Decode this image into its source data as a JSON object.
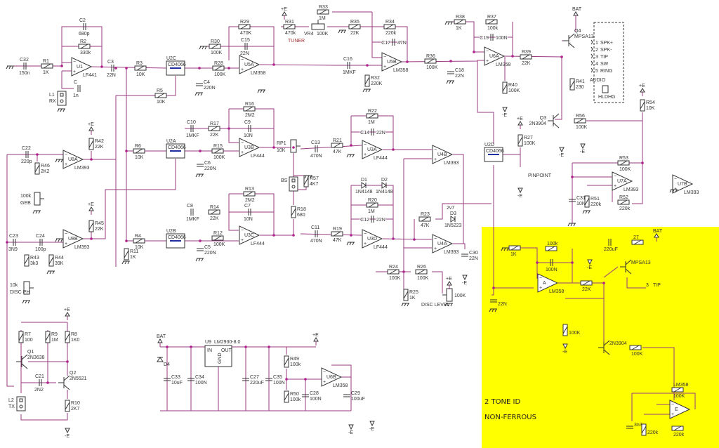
{
  "colors": {
    "wire": "#9a3a82",
    "junction": "#b0208a",
    "highlight": "#ffff00",
    "component": "#333333"
  },
  "parts": [
    {
      "ref": "C32",
      "value": "150n",
      "type": "capacitor"
    },
    {
      "ref": "R1",
      "value": "1K",
      "type": "resistor"
    },
    {
      "ref": "C2",
      "value": "680p",
      "type": "capacitor"
    },
    {
      "ref": "R2",
      "value": "330k",
      "type": "resistor"
    },
    {
      "ref": "U1",
      "value": "LF441",
      "type": "opamp"
    },
    {
      "ref": "C",
      "value": "1n",
      "type": "capacitor"
    },
    {
      "ref": "L1",
      "value": "RX",
      "type": "coil"
    },
    {
      "ref": "C3",
      "value": "22N",
      "type": "capacitor"
    },
    {
      "ref": "R3",
      "value": "10K",
      "type": "resistor"
    },
    {
      "ref": "U2C",
      "value": "CD4066",
      "type": "switch"
    },
    {
      "ref": "R5",
      "value": "10K",
      "type": "resistor"
    },
    {
      "ref": "C4",
      "value": "220N",
      "type": "capacitor"
    },
    {
      "ref": "R28",
      "value": "100K",
      "type": "resistor"
    },
    {
      "ref": "R30",
      "value": "100K",
      "type": "resistor"
    },
    {
      "ref": "R29",
      "value": "470K",
      "type": "resistor"
    },
    {
      "ref": "C15",
      "value": "22N",
      "type": "capacitor"
    },
    {
      "ref": "U5A",
      "value": "LM358",
      "type": "opamp"
    },
    {
      "ref": "R31",
      "value": "470k",
      "type": "resistor"
    },
    {
      "ref": "VR4",
      "value": "100K",
      "type": "potentiometer"
    },
    {
      "ref": "R33",
      "value": "1M",
      "type": "resistor"
    },
    {
      "ref": "R35",
      "value": "22K",
      "type": "resistor"
    },
    {
      "ref": "R34",
      "value": "220k",
      "type": "resistor"
    },
    {
      "ref": "C17",
      "value": "47N",
      "type": "capacitor"
    },
    {
      "ref": "C16",
      "value": "1MKF",
      "type": "capacitor"
    },
    {
      "ref": "R32",
      "value": "220K",
      "type": "resistor"
    },
    {
      "ref": "U5B",
      "value": "LM358",
      "type": "opamp"
    },
    {
      "ref": "R36",
      "value": "100K",
      "type": "resistor"
    },
    {
      "ref": "C18",
      "value": "22N",
      "type": "capacitor"
    },
    {
      "ref": "R38",
      "value": "1K",
      "type": "resistor"
    },
    {
      "ref": "R37",
      "value": "100k",
      "type": "resistor"
    },
    {
      "ref": "C19",
      "value": "100N",
      "type": "capacitor"
    },
    {
      "ref": "U6A",
      "value": "LM358",
      "type": "opamp"
    },
    {
      "ref": "R39",
      "value": "22K",
      "type": "resistor"
    },
    {
      "ref": "R40",
      "value": "100K",
      "type": "resistor"
    },
    {
      "ref": "Q4",
      "value": "MPSA13",
      "type": "transistor"
    },
    {
      "ref": "R41",
      "value": "230",
      "type": "resistor"
    },
    {
      "ref": "Q3",
      "value": "2N3904",
      "type": "transistor"
    },
    {
      "ref": "R56",
      "value": "100K",
      "type": "resistor"
    },
    {
      "ref": "R54",
      "value": "10K",
      "type": "resistor"
    },
    {
      "ref": "R27",
      "value": "100K",
      "type": "resistor"
    },
    {
      "ref": "U2D",
      "value": "CD4066",
      "type": "switch"
    },
    {
      "ref": "R53",
      "value": "100K",
      "type": "resistor"
    },
    {
      "ref": "U7A",
      "value": "LM393",
      "type": "opamp"
    },
    {
      "ref": "R52",
      "value": "220k",
      "type": "resistor"
    },
    {
      "ref": "R51",
      "value": "220k",
      "type": "resistor"
    },
    {
      "ref": "C31",
      "value": "10N",
      "type": "capacitor"
    },
    {
      "ref": "U7B",
      "value": "LM393",
      "type": "opamp"
    },
    {
      "ref": "R16",
      "value": "2M2",
      "type": "resistor"
    },
    {
      "ref": "C9",
      "value": "10N",
      "type": "capacitor"
    },
    {
      "ref": "C10",
      "value": "1MKF",
      "type": "capacitor"
    },
    {
      "ref": "R17",
      "value": "22K",
      "type": "resistor"
    },
    {
      "ref": "U3B",
      "value": "LF444",
      "type": "opamp"
    },
    {
      "ref": "R15",
      "value": "100K",
      "type": "resistor"
    },
    {
      "ref": "C6",
      "value": "220N",
      "type": "capacitor"
    },
    {
      "ref": "U2A",
      "value": "CD4066",
      "type": "switch"
    },
    {
      "ref": "R6",
      "value": "10K",
      "type": "resistor"
    },
    {
      "ref": "U8A",
      "value": "LM393",
      "type": "opamp"
    },
    {
      "ref": "C22",
      "value": "220p",
      "type": "capacitor"
    },
    {
      "ref": "R46",
      "value": "2K2",
      "type": "resistor"
    },
    {
      "ref": "100k",
      "value": "GEB",
      "type": "potentiometer"
    },
    {
      "ref": "R42",
      "value": "22K",
      "type": "resistor"
    },
    {
      "ref": "U8B",
      "value": "LM393",
      "type": "opamp"
    },
    {
      "ref": "C23",
      "value": "3N9",
      "type": "capacitor"
    },
    {
      "ref": "C24",
      "value": "100p",
      "type": "capacitor"
    },
    {
      "ref": "R43",
      "value": "3k3",
      "type": "resistor"
    },
    {
      "ref": "R44",
      "value": "39K",
      "type": "resistor"
    },
    {
      "ref": "10k",
      "value": "DISC PH",
      "type": "potentiometer"
    },
    {
      "ref": "R45",
      "value": "22K",
      "type": "resistor"
    },
    {
      "ref": "R13",
      "value": "2M2",
      "type": "resistor"
    },
    {
      "ref": "C7",
      "value": "10N",
      "type": "capacitor"
    },
    {
      "ref": "C8",
      "value": "1MKF",
      "type": "capacitor"
    },
    {
      "ref": "R14",
      "value": "22K",
      "type": "resistor"
    },
    {
      "ref": "U3C",
      "value": "LF444",
      "type": "opamp"
    },
    {
      "ref": "R12",
      "value": "100K",
      "type": "resistor"
    },
    {
      "ref": "C5",
      "value": "220N",
      "type": "capacitor"
    },
    {
      "ref": "U2B",
      "value": "CD4066",
      "type": "switch"
    },
    {
      "ref": "R4",
      "value": "10K",
      "type": "resistor"
    },
    {
      "ref": "R11",
      "value": "1K",
      "type": "resistor"
    },
    {
      "ref": "RP1",
      "value": "10K",
      "type": "potentiometer"
    },
    {
      "ref": "BS",
      "value": "",
      "type": "coil"
    },
    {
      "ref": "R57",
      "value": "4K7",
      "type": "resistor"
    },
    {
      "ref": "R18",
      "value": "680",
      "type": "resistor"
    },
    {
      "ref": "C13",
      "value": "470N",
      "type": "capacitor"
    },
    {
      "ref": "R21",
      "value": "47K",
      "type": "resistor"
    },
    {
      "ref": "R22",
      "value": "1M",
      "type": "resistor"
    },
    {
      "ref": "C14",
      "value": "22N",
      "type": "capacitor"
    },
    {
      "ref": "U3A",
      "value": "LF444",
      "type": "opamp"
    },
    {
      "ref": "U4B",
      "value": "LM393",
      "type": "opamp"
    },
    {
      "ref": "D1",
      "value": "1N4148",
      "type": "diode"
    },
    {
      "ref": "D2",
      "value": "1N4148",
      "type": "diode"
    },
    {
      "ref": "R20",
      "value": "1M",
      "type": "resistor"
    },
    {
      "ref": "C12",
      "value": "22N",
      "type": "capacitor"
    },
    {
      "ref": "C11",
      "value": "470N",
      "type": "capacitor"
    },
    {
      "ref": "R19",
      "value": "47K",
      "type": "resistor"
    },
    {
      "ref": "U3D",
      "value": "LF444",
      "type": "opamp"
    },
    {
      "ref": "R23",
      "value": "47K",
      "type": "resistor"
    },
    {
      "ref": "D3",
      "value": "1N5223",
      "type": "diode"
    },
    {
      "ref": "U4A",
      "value": "LM393",
      "type": "opamp"
    },
    {
      "ref": "C30",
      "value": "22N",
      "type": "capacitor"
    },
    {
      "ref": "R24",
      "value": "100K",
      "type": "resistor"
    },
    {
      "ref": "R26",
      "value": "100K",
      "type": "resistor"
    },
    {
      "ref": "R25",
      "value": "1K",
      "type": "resistor"
    },
    {
      "ref": "",
      "value": "100K",
      "type": "potentiometer"
    },
    {
      "ref": "R7",
      "value": "100",
      "type": "resistor"
    },
    {
      "ref": "R9",
      "value": "1M",
      "type": "resistor"
    },
    {
      "ref": "R8",
      "value": "1K0",
      "type": "resistor"
    },
    {
      "ref": "Q1",
      "value": "2N3638",
      "type": "transistor"
    },
    {
      "ref": "C21",
      "value": "2N2",
      "type": "capacitor"
    },
    {
      "ref": "Q2",
      "value": "2N5521",
      "type": "transistor"
    },
    {
      "ref": "L2",
      "value": "TX",
      "type": "coil"
    },
    {
      "ref": "R10",
      "value": "2K7",
      "type": "resistor"
    },
    {
      "ref": "U9",
      "value": "LM2930-8.0",
      "type": "regulator"
    },
    {
      "ref": "D4",
      "value": "",
      "type": "diode"
    },
    {
      "ref": "C33",
      "value": "10uF",
      "type": "capacitor"
    },
    {
      "ref": "C34",
      "value": "100N",
      "type": "capacitor"
    },
    {
      "ref": "C27",
      "value": "220uF",
      "type": "capacitor"
    },
    {
      "ref": "C35",
      "value": "100N",
      "type": "capacitor"
    },
    {
      "ref": "R49",
      "value": "100k",
      "type": "resistor"
    },
    {
      "ref": "R50",
      "value": "100k",
      "type": "resistor"
    },
    {
      "ref": "C28",
      "value": "100N",
      "type": "capacitor"
    },
    {
      "ref": "U6B",
      "value": "LM358",
      "type": "opamp"
    },
    {
      "ref": "C29",
      "value": "100uF",
      "type": "capacitor"
    },
    {
      "ref": "",
      "value": "1K",
      "type": "resistor"
    },
    {
      "ref": "100k",
      "value": "",
      "type": "resistor"
    },
    {
      "ref": "",
      "value": "100N",
      "type": "capacitor"
    },
    {
      "ref": "A",
      "value": "LM358",
      "type": "opamp"
    },
    {
      "ref": "",
      "value": "22K",
      "type": "resistor"
    },
    {
      "ref": "",
      "value": "22N",
      "type": "capacitor"
    },
    {
      "ref": "",
      "value": "220uF",
      "type": "capacitor"
    },
    {
      "ref": "27",
      "value": "",
      "type": "resistor"
    },
    {
      "ref": "",
      "value": "MPSA13",
      "type": "transistor"
    },
    {
      "ref": "",
      "value": "100K",
      "type": "resistor"
    },
    {
      "ref": "",
      "value": "2N3904",
      "type": "transistor"
    },
    {
      "ref": "",
      "value": "100K",
      "type": "resistor"
    },
    {
      "ref": "LM358",
      "value": "100K",
      "type": "resistor"
    },
    {
      "ref": "E",
      "value": "",
      "type": "opamp"
    },
    {
      "ref": "3n3",
      "value": "",
      "type": "capacitor"
    },
    {
      "ref": "",
      "value": "220k",
      "type": "resistor"
    },
    {
      "ref": "",
      "value": "220k",
      "type": "resistor"
    }
  ],
  "regulator_pins": [
    "IN",
    "OUT",
    "GND"
  ],
  "connector": {
    "pins": [
      "1",
      "2",
      "3",
      "4",
      "5"
    ],
    "labels": [
      "SPK+",
      "SPK-",
      "TIP",
      "SW",
      "RING"
    ],
    "name": "AUDIO",
    "speaker": "HLDHG"
  },
  "power": [
    "+E",
    "+E",
    "+E",
    "+E",
    "+E",
    "+E",
    "+E",
    "-E",
    "-E",
    "-E",
    "-E",
    "-E",
    "-E",
    "-E",
    "BAT",
    "BAT",
    "BAT",
    "-E",
    "-E",
    "-E",
    "+E"
  ],
  "notes": {
    "tuner": "TUNER",
    "disc_level": "DISC LEVEL",
    "pinpoint": "PINPOINT",
    "zener": "2v7",
    "tip": "TIP",
    "tip_pin": "3",
    "title_line1": "2 TONE ID",
    "title_line2": "NON-FERROUS"
  }
}
